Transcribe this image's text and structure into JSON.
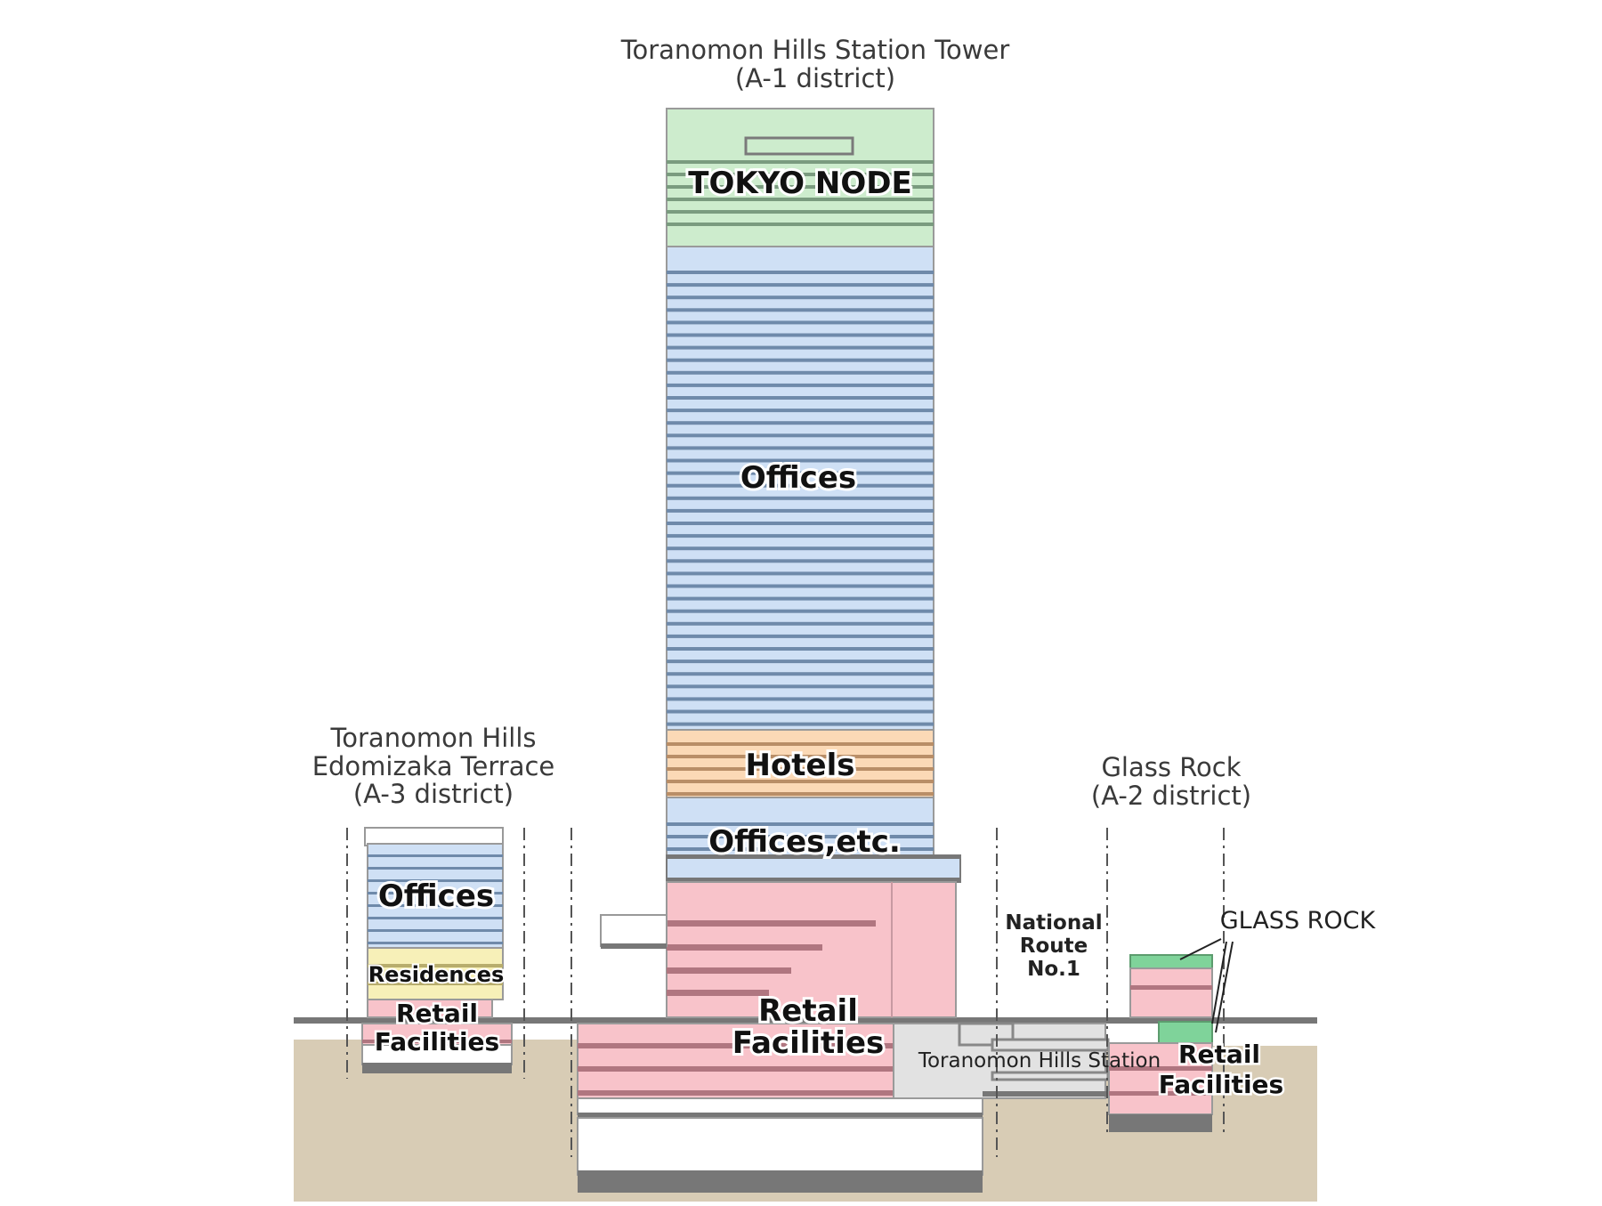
{
  "titles": {
    "a1_line1": "Toranomon Hills Station Tower",
    "a1_line2": "(A-1 district)",
    "a3_line1": "Toranomon Hills",
    "a3_line2": "Edomizaka Terrace",
    "a3_line3": "(A-3 district)",
    "a2_line1": "Glass Rock",
    "a2_line2": "(A-2 district)"
  },
  "labels": {
    "tokyo_node": "TOKYO NODE",
    "offices_main": "Offices",
    "hotels": "Hotels",
    "offices_etc": "Offices,etc.",
    "retail_main_1": "Retail",
    "retail_main_2": "Facilities",
    "offices_a3": "Offices",
    "residences_a3": "Residences",
    "retail_a3_1": "Retail",
    "retail_a3_2": "Facilities",
    "route_1": "National",
    "route_2": "Route",
    "route_3": "No.1",
    "glass_rock": "GLASS ROCK",
    "station": "Toranomon Hills Station",
    "retail_a2_1": "Retail",
    "retail_a2_2": "Facilities"
  },
  "colors": {
    "tokyo_node": "#cdeccd",
    "offices": "#cfe0f5",
    "hotels": "#fbd9b6",
    "residences": "#f7f0b8",
    "retail": "#f8c3ca",
    "ground": "#d8ccb5",
    "station": "#e2e2e2",
    "glass_rock_top": "#7fd39a"
  }
}
